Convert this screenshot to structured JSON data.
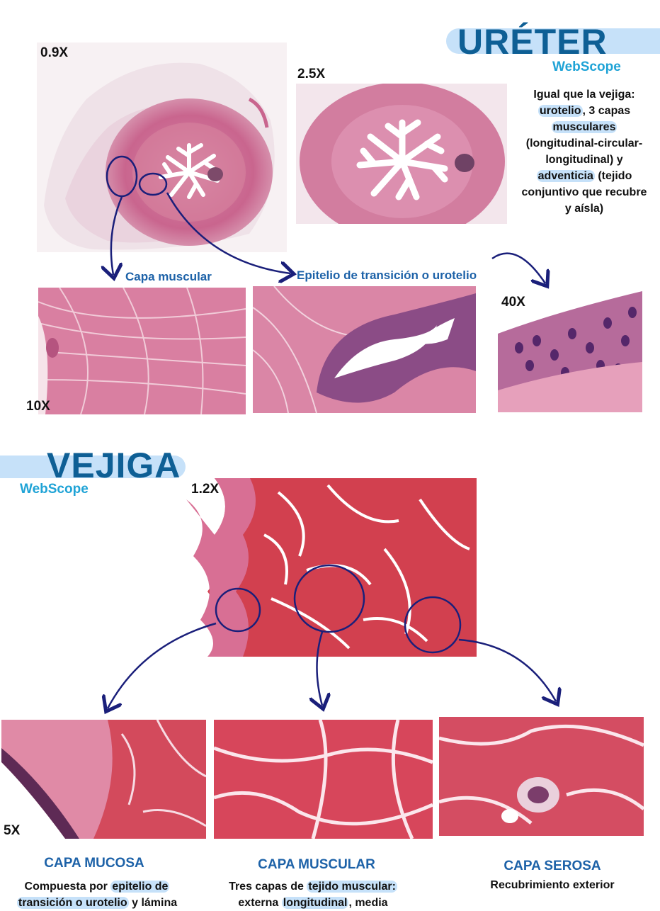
{
  "ureter": {
    "title": "URÉTER",
    "webscope": "WebScope",
    "mag_main": "0.9X",
    "mag_zoom": "2.5X",
    "mag_muscle": "10X",
    "mag_epi": "40X",
    "label_muscle": "Capa muscular",
    "label_epithelium": "Epitelio de transición o urotelio",
    "desc": {
      "line1": "Igual que la vejiga:",
      "urotelio": "urotelio",
      "capas": ", 3 capas",
      "musculares": "musculares",
      "line4": "(longitudinal-circular-",
      "line5": "longitudinal) y",
      "adventicia": "adventicia",
      "tejido": " (tejido",
      "line7": "conjuntivo que recubre",
      "line8": "y aísla)"
    }
  },
  "vejiga": {
    "title": "VEJIGA",
    "webscope": "WebScope",
    "mag_main": "1.2X",
    "mag_detail": "5X",
    "mucosa": {
      "title": "CAPA MUCOSA",
      "text_a": "Compuesta por ",
      "hl_a": "epitelio de",
      "hl_b": "transición o urotelio",
      "text_b": " y lámina"
    },
    "muscular": {
      "title": "CAPA MUSCULAR",
      "text_a": "Tres capas de ",
      "hl_a": "tejido muscular:",
      "text_b": "externa ",
      "hl_b": "longitudinal",
      "text_c": ", media"
    },
    "serosa": {
      "title": "CAPA SEROSA",
      "text": "Recubrimiento exterior"
    }
  },
  "colors": {
    "accent": "#0e5f95",
    "highlight": "#c6e1f9",
    "webscope": "#1fa3d6",
    "label": "#1d62a8",
    "arrow": "#1a1f7a",
    "tissue_pink": "#d9799c",
    "tissue_red": "#d43c55"
  },
  "icons": [
    "arrow-curved-icon",
    "annotation-circle-icon"
  ]
}
